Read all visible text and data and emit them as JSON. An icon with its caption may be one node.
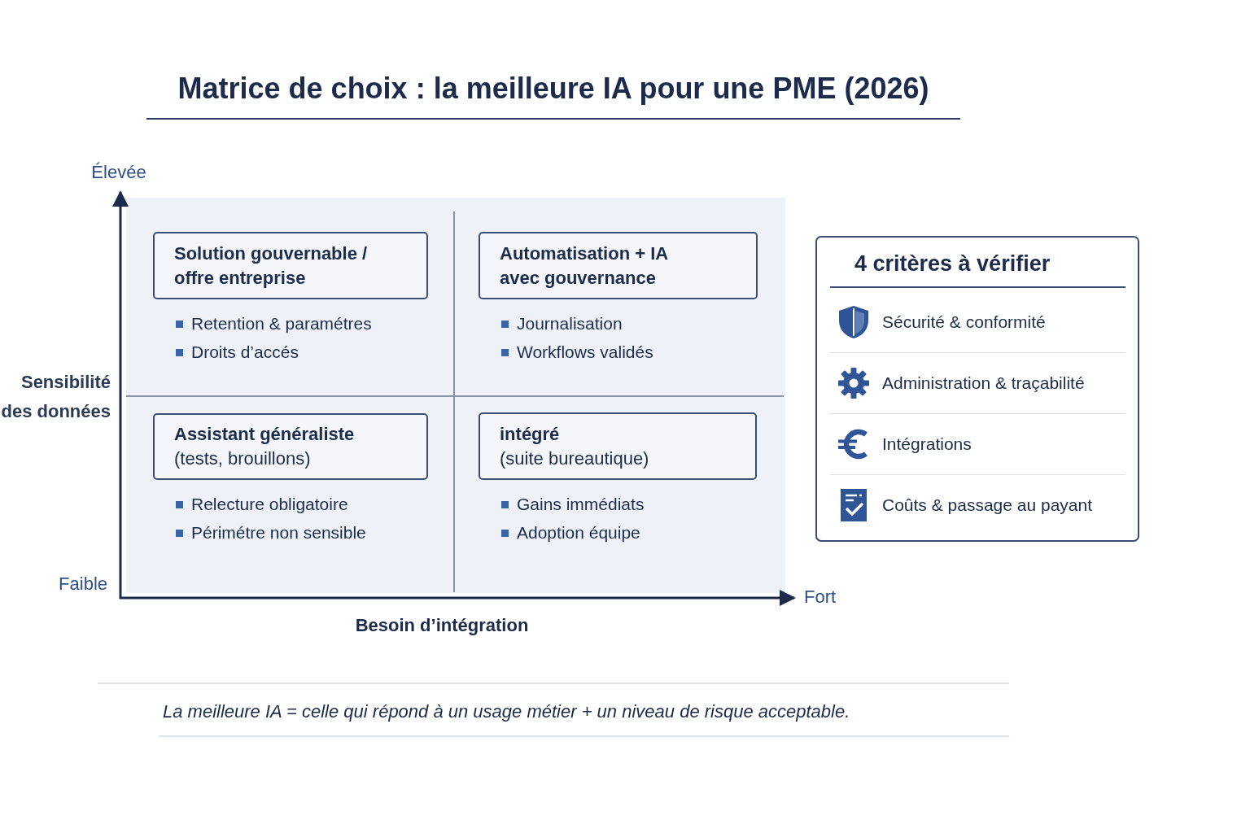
{
  "diagram": {
    "title": "Matrice de choix : la meilleure IA pour une PME (2026)",
    "nodes": [
      {
        "text": [
          "Solution gouvernable / offre entreprise"
        ],
        "beside": [
          "Retention & paramétres",
          "Droits d’accés"
        ]
      },
      {
        "text": [
          "Automatisation + IA avec gouvernance"
        ],
        "beside": [
          "Journalisation",
          "Workflows validés"
        ]
      },
      {
        "text": [
          "Assistant généraliste",
          "(tests, brouillons)"
        ],
        "beside": [
          "Relecture obligatoire",
          "Périmétre non sensible"
        ]
      },
      {
        "text": [
          "intégré",
          "(suite bureautique)"
        ],
        "beside": [
          "Gains immédiats",
          "Adoption équipe"
        ]
      },
      {
        "text": [
          "4 critères à vérifier",
          "Sécurité & conformité",
          "Administration & traçabilité",
          "Intégrations",
          "Coûts & passage au payant"
        ]
      }
    ],
    "labels": [
      "Élevée",
      "Sensibilité des données",
      "Faible",
      "Fort",
      "Besoin d’intégration"
    ],
    "caption": "La meilleure IA = celle qui répond à un usage métier + un niveau de risque acceptable."
  }
}
